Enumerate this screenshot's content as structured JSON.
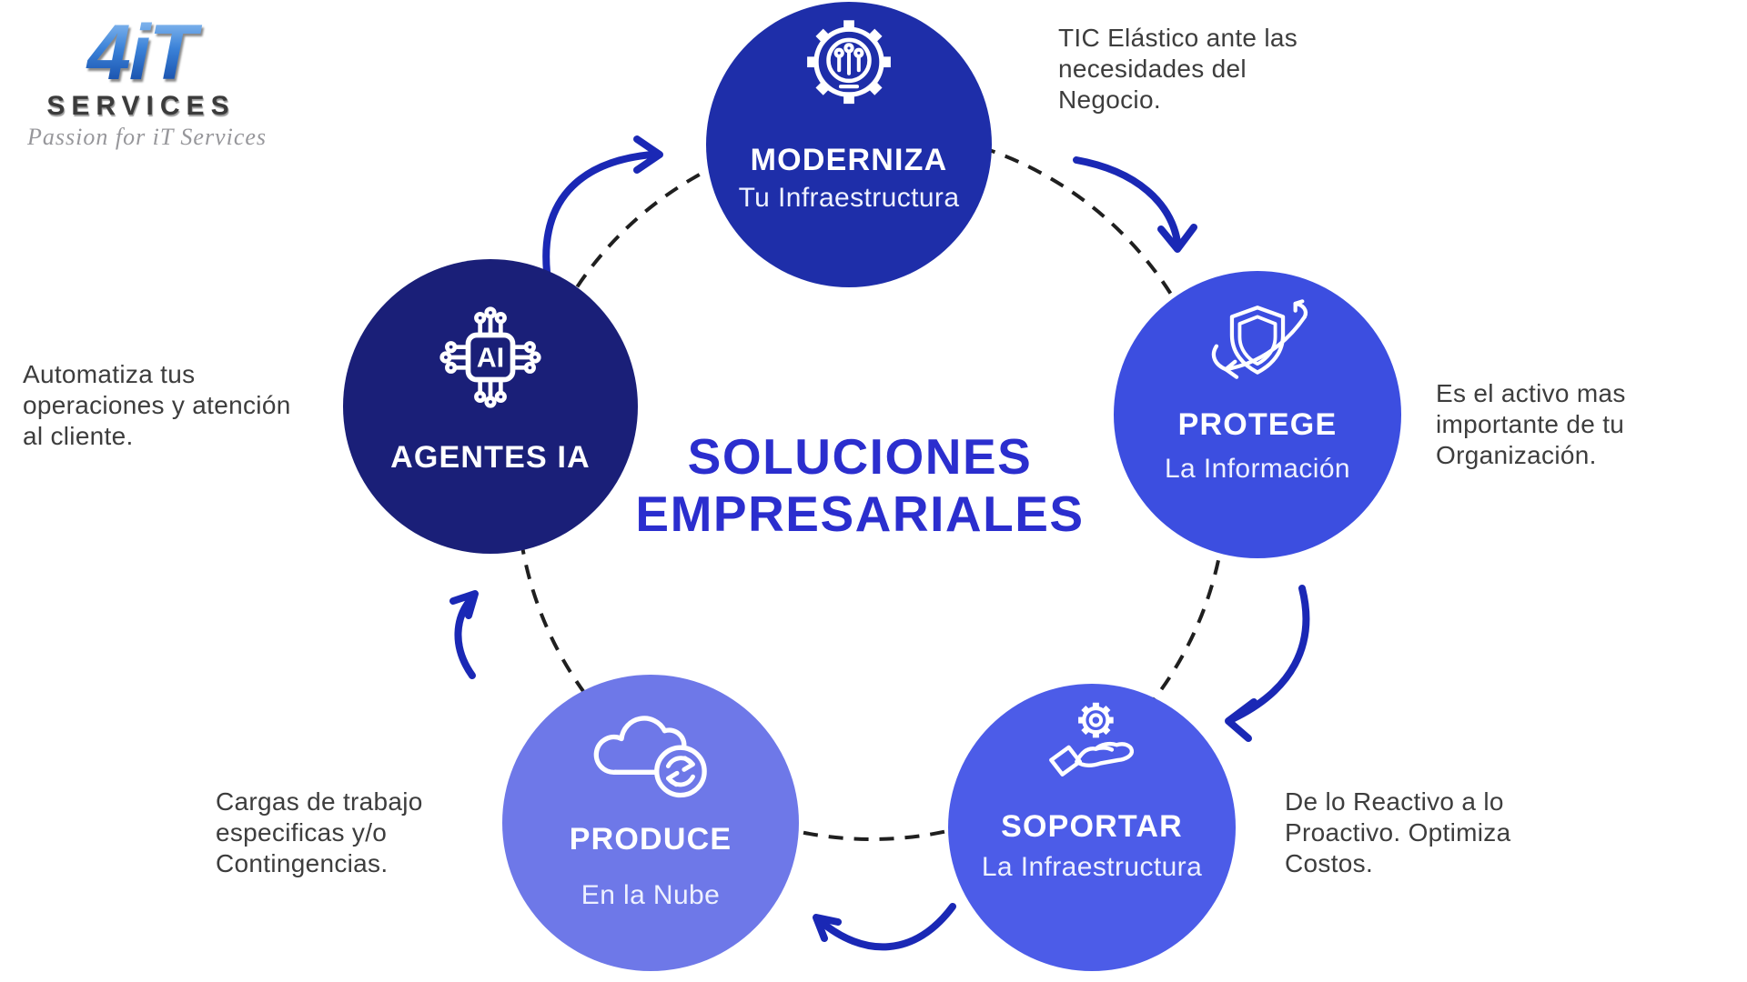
{
  "logo": {
    "brand": "4iT",
    "name": "SERVICES",
    "tagline": "Passion for iT Services"
  },
  "title": {
    "line1": "SOLUCIONES",
    "line2": "EMPRESARIALES"
  },
  "colors": {
    "title": "#2b2ece",
    "arrow": "#1a28b5",
    "ring": "#1f1f1f",
    "note": "#3d3d3d"
  },
  "nodes": [
    {
      "id": "moderniza",
      "title": "MODERNIZA",
      "subtitle": "Tu Infraestructura",
      "icon": "gear-lightbulb-icon",
      "color": "#1e2ea9"
    },
    {
      "id": "protege",
      "title": "PROTEGE",
      "subtitle": "La Información",
      "icon": "shield-orbit-icon",
      "color": "#3c4ee0"
    },
    {
      "id": "soportar",
      "title": "SOPORTAR",
      "subtitle": "La Infraestructura",
      "icon": "hand-gear-icon",
      "color": "#4c5ce8"
    },
    {
      "id": "produce",
      "title": "PRODUCE",
      "subtitle": "En la Nube",
      "icon": "cloud-sync-icon",
      "color": "#6e78e8"
    },
    {
      "id": "agentes",
      "title": "AGENTES IA",
      "subtitle": "",
      "icon": "ai-chip-icon",
      "color": "#1a1f78",
      "chip_label": "AI"
    }
  ],
  "annotations": [
    {
      "for": "moderniza",
      "lines": [
        "TIC Elástico ante las",
        "necesidades del",
        "Negocio."
      ]
    },
    {
      "for": "protege",
      "lines": [
        "Es el activo mas",
        "importante de tu",
        "Organización."
      ]
    },
    {
      "for": "soportar",
      "lines": [
        "De lo Reactivo a lo",
        "Proactivo. Optimiza",
        "Costos."
      ]
    },
    {
      "for": "produce",
      "lines": [
        "Cargas de trabajo",
        "especificas y/o",
        "Contingencias."
      ]
    },
    {
      "for": "agentes",
      "lines": [
        "Automatiza tus",
        "operaciones y atención",
        "al cliente."
      ]
    }
  ]
}
